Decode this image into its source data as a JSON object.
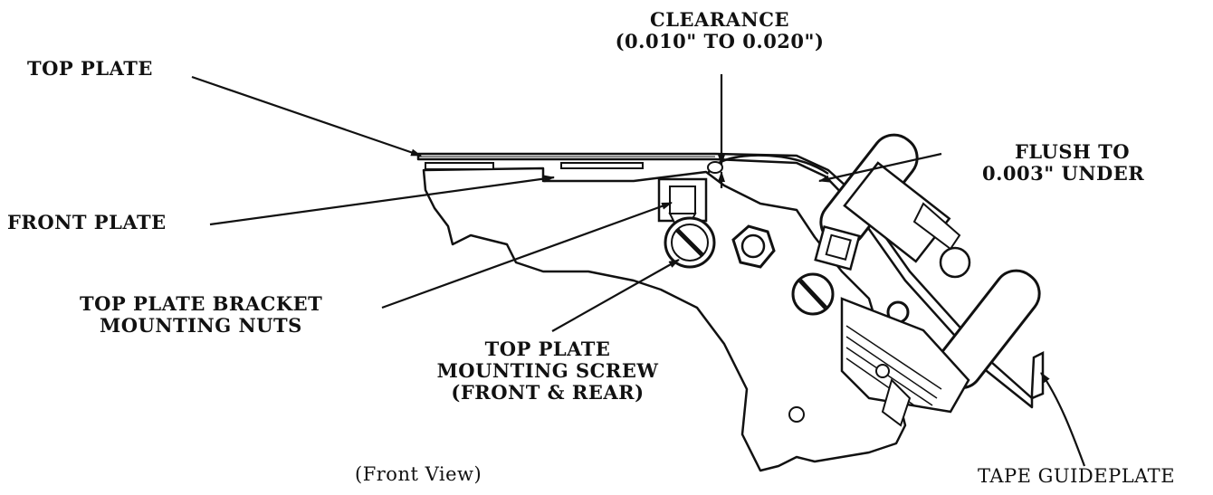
{
  "labels": {
    "clearance": "CLEARANCE",
    "clearance_value": "(0.010\" TO 0.020\")",
    "top_plate": "TOP PLATE",
    "flush_line1": "FLUSH TO",
    "flush_line2": "0.003\" UNDER",
    "front_plate": "FRONT PLATE",
    "bracket_line1": "TOP PLATE BRACKET",
    "bracket_line2": "MOUNTING NUTS",
    "screw_line1": "TOP PLATE",
    "screw_line2": "MOUNTING SCREW",
    "screw_line3": "(FRONT & REAR)",
    "view_caption": "(Front View)",
    "tape_guideplate": "TAPE GUIDEPLATE"
  },
  "colors": {
    "ink": "#111111",
    "paper": "#ffffff"
  }
}
